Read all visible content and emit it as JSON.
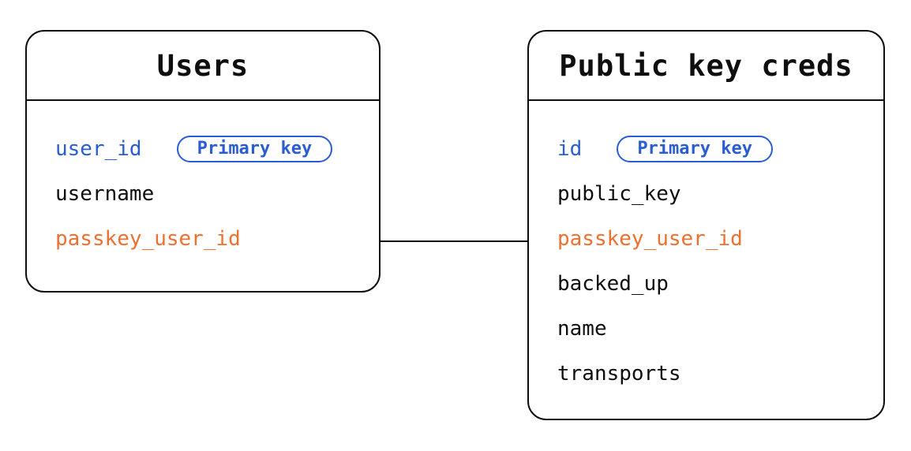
{
  "colors": {
    "line": "#0f0f0f",
    "primary_key_blue": "#2a5cd3",
    "foreign_key_orange": "#ec7131",
    "text_black": "#0f0f0f",
    "background": "#ffffff"
  },
  "diagram": {
    "tables": [
      {
        "title": "Users",
        "fields": [
          {
            "name": "user_id",
            "badge": "Primary key",
            "color": "#2a5cd3"
          },
          {
            "name": "username",
            "color": "#0f0f0f"
          },
          {
            "name": "passkey_user_id",
            "color": "#ec7131"
          }
        ]
      },
      {
        "title": "Public key creds",
        "fields": [
          {
            "name": "id",
            "badge": "Primary key",
            "color": "#2a5cd3"
          },
          {
            "name": "public_key",
            "color": "#0f0f0f"
          },
          {
            "name": "passkey_user_id",
            "color": "#ec7131"
          },
          {
            "name": "backed_up",
            "color": "#0f0f0f"
          },
          {
            "name": "name",
            "color": "#0f0f0f"
          },
          {
            "name": "transports",
            "color": "#0f0f0f"
          }
        ]
      }
    ],
    "relationship": {
      "from": "Users.passkey_user_id",
      "to": "Public key creds.passkey_user_id"
    }
  }
}
